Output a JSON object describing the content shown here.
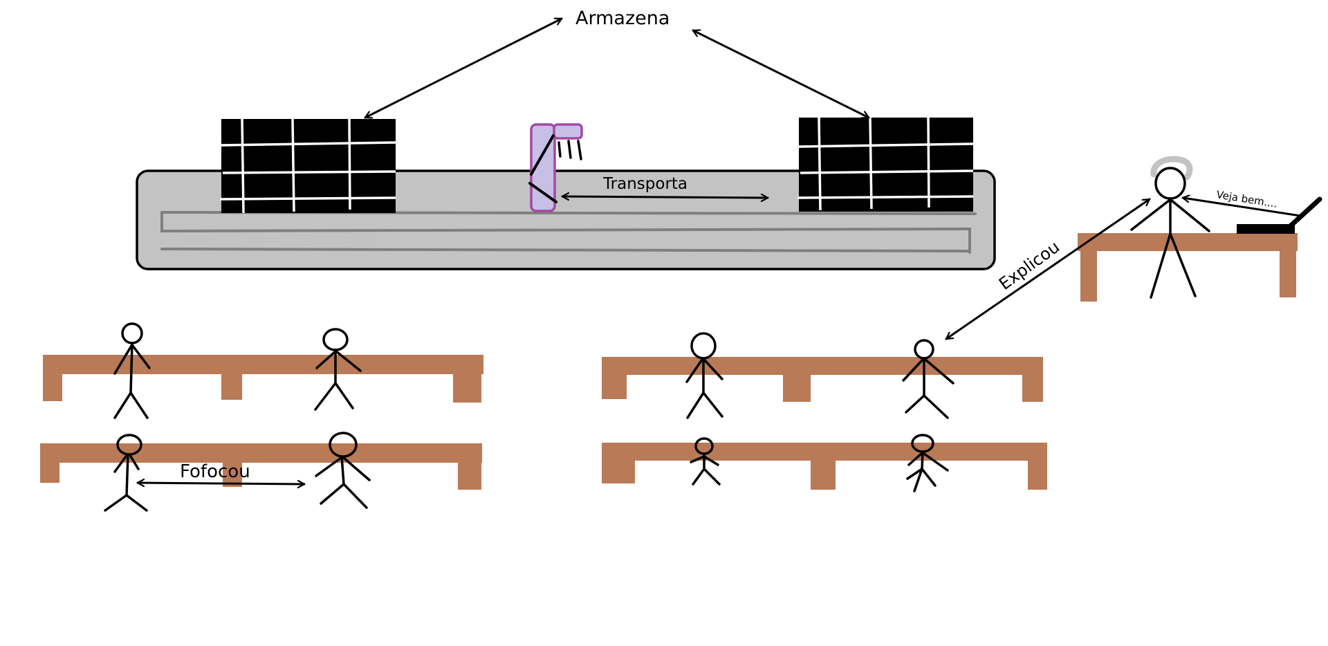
{
  "labels": {
    "armazena": "Armazena",
    "transporta": "Transporta",
    "explicou": "Explicou",
    "veja_bem": "Veja bem....",
    "fofocou": "Fofocou"
  },
  "colors": {
    "desk": "#b97a57",
    "tray": "#c3c3c3",
    "tray_border": "#000000",
    "rail": "#7f7f7f",
    "chip": "#000000",
    "chip_grid": "#ffffff",
    "transporter_fill": "#c8bfe7",
    "transporter_stroke": "#a349a4",
    "hair": "#c3c3c3"
  },
  "icons": {
    "storage": "memory-grid",
    "transporter": "robot-arm",
    "teacher": "stick-figure",
    "student": "stick-figure",
    "device": "laptop"
  }
}
